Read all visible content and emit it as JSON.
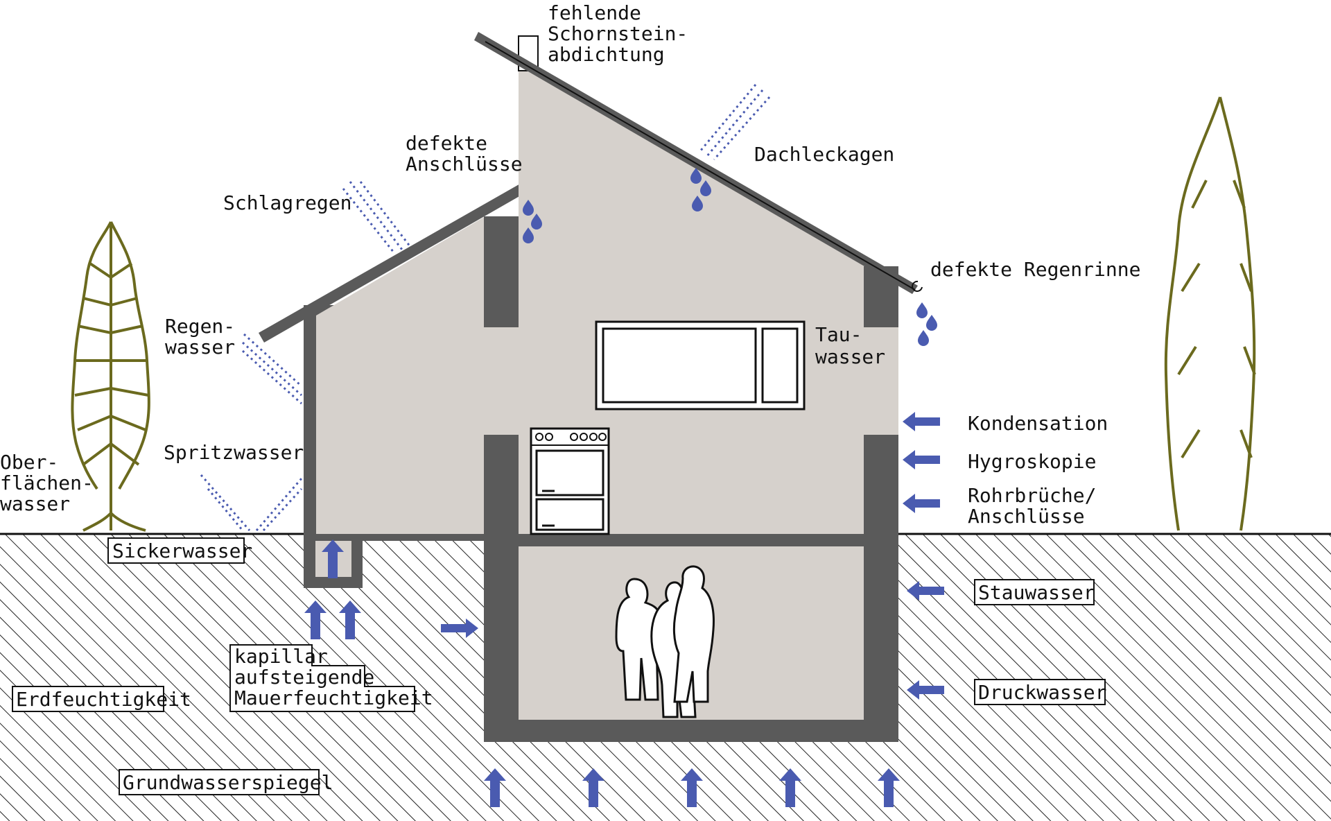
{
  "labels": {
    "chimney": [
      "fehlende",
      "Schornstein-",
      "abdichtung"
    ],
    "defekte_anschluesse": [
      "defekte",
      "Anschlüsse"
    ],
    "dachleckagen": "Dachleckagen",
    "schlagregen": "Schlagregen",
    "regenrinne": "defekte  Regenrinne",
    "regenwasser": [
      "Regen-",
      "wasser"
    ],
    "tauwasser": [
      "Tau-",
      "wasser"
    ],
    "kondensation": "Kondensation",
    "hygroskopie": "Hygroskopie",
    "rohrbrueche": [
      "Rohrbrüche/",
      "Anschlüsse"
    ],
    "spritzwasser": "Spritzwasser",
    "oberflaechenwasser": [
      "Ober-",
      "flächen-",
      "wasser"
    ]
  },
  "boxed": {
    "sickerwasser": "Sickerwasser",
    "stauwasser": "Stauwasser",
    "kapillar": [
      "kapillar",
      "aufsteigende",
      "Mauerfeuchtigkeit"
    ],
    "erdfeuchtigkeit": "Erdfeuchtigkeit",
    "druckwasser": "Druckwasser",
    "grundwasserspiegel": "Grundwasserspiegel"
  },
  "colors": {
    "wall": "#5a5a5a",
    "interior": "#d6d1cc",
    "water": "#4a5bb0",
    "tree": "#6b6a1e",
    "ink": "#111111"
  }
}
